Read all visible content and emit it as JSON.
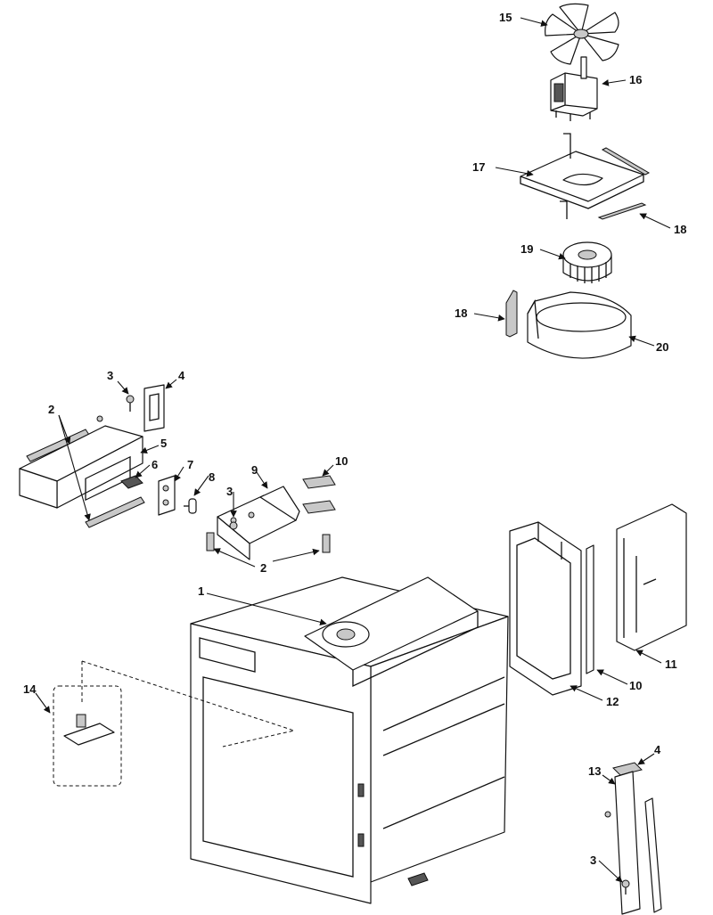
{
  "callouts": [
    {
      "id": "c15",
      "label": "15"
    },
    {
      "id": "c16",
      "label": "16"
    },
    {
      "id": "c17",
      "label": "17"
    },
    {
      "id": "c18a",
      "label": "18"
    },
    {
      "id": "c19",
      "label": "19"
    },
    {
      "id": "c18b",
      "label": "18"
    },
    {
      "id": "c20",
      "label": "20"
    },
    {
      "id": "c3a",
      "label": "3"
    },
    {
      "id": "c4a",
      "label": "4"
    },
    {
      "id": "c2a",
      "label": "2"
    },
    {
      "id": "c5",
      "label": "5"
    },
    {
      "id": "c6",
      "label": "6"
    },
    {
      "id": "c7",
      "label": "7"
    },
    {
      "id": "c8",
      "label": "8"
    },
    {
      "id": "c9",
      "label": "9"
    },
    {
      "id": "c10a",
      "label": "10"
    },
    {
      "id": "c3b",
      "label": "3"
    },
    {
      "id": "c2b",
      "label": "2"
    },
    {
      "id": "c1",
      "label": "1"
    },
    {
      "id": "c14",
      "label": "14"
    },
    {
      "id": "c11",
      "label": "11"
    },
    {
      "id": "c10b",
      "label": "10"
    },
    {
      "id": "c12",
      "label": "12"
    },
    {
      "id": "c4b",
      "label": "4"
    },
    {
      "id": "c13",
      "label": "13"
    },
    {
      "id": "c3c",
      "label": "3"
    }
  ]
}
